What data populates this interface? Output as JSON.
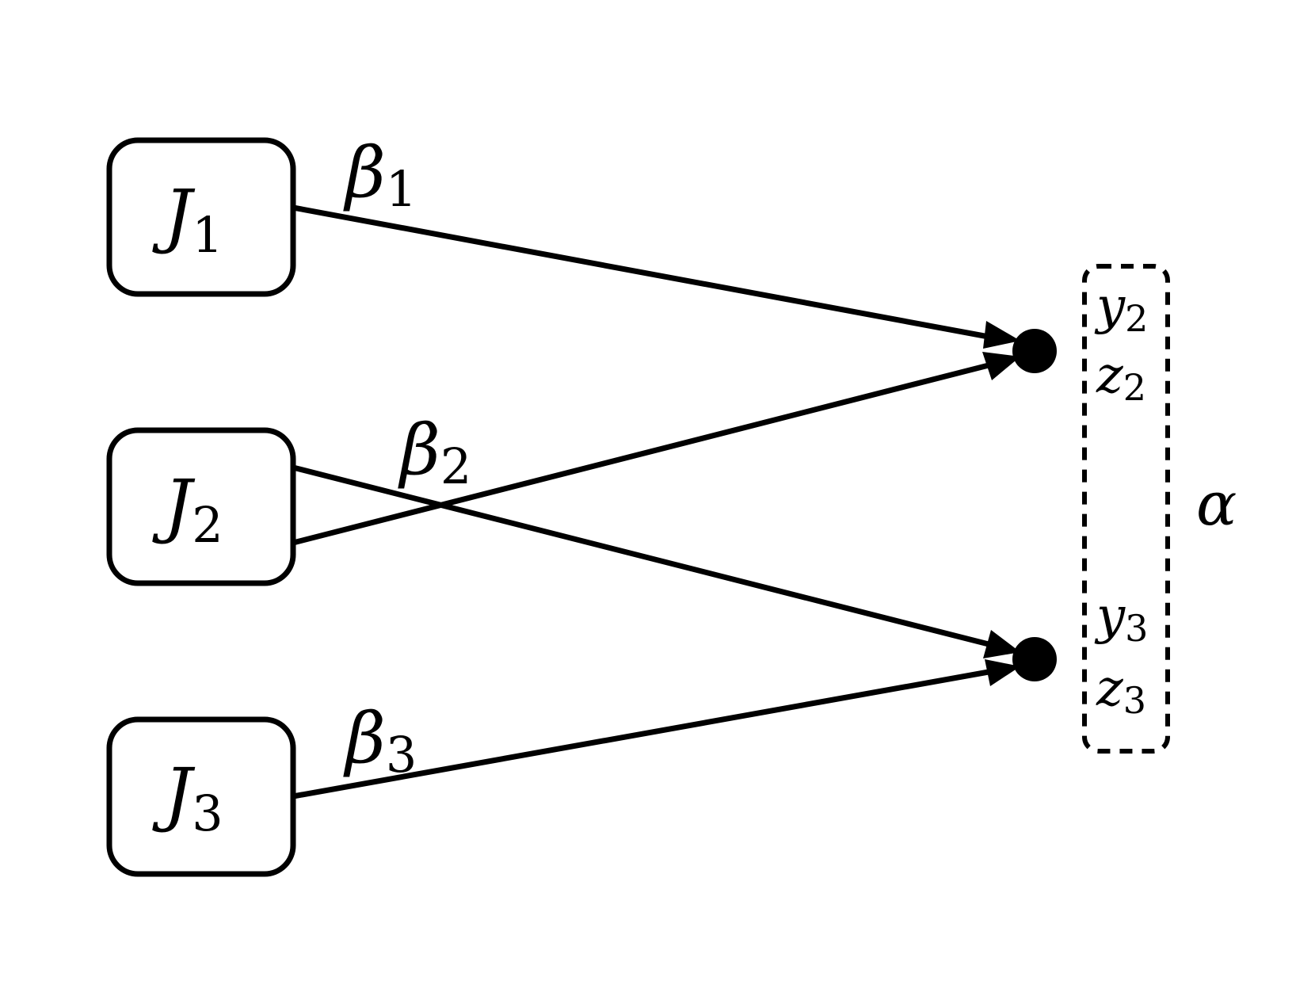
{
  "nodes": [
    {
      "id": "J1",
      "label": "J",
      "subscript": "1"
    },
    {
      "id": "J2",
      "label": "J",
      "subscript": "2"
    },
    {
      "id": "J3",
      "label": "J",
      "subscript": "3"
    }
  ],
  "edge_labels": [
    {
      "id": "beta1",
      "label": "β",
      "subscript": "1"
    },
    {
      "id": "beta2",
      "label": "β",
      "subscript": "2"
    },
    {
      "id": "beta3",
      "label": "β",
      "subscript": "3"
    }
  ],
  "targets": [
    {
      "id": "t2",
      "vars": [
        {
          "label": "y",
          "subscript": "2"
        },
        {
          "label": "z",
          "subscript": "2"
        }
      ]
    },
    {
      "id": "t3",
      "vars": [
        {
          "label": "y",
          "subscript": "3"
        },
        {
          "label": "z",
          "subscript": "3"
        }
      ]
    }
  ],
  "edges": [
    {
      "from": "J1",
      "to": "t2",
      "label": "beta1"
    },
    {
      "from": "J2",
      "to": "t2"
    },
    {
      "from": "J2",
      "to": "t3",
      "label": "beta2"
    },
    {
      "from": "J3",
      "to": "t3",
      "label": "beta3"
    }
  ],
  "group_label": "α"
}
